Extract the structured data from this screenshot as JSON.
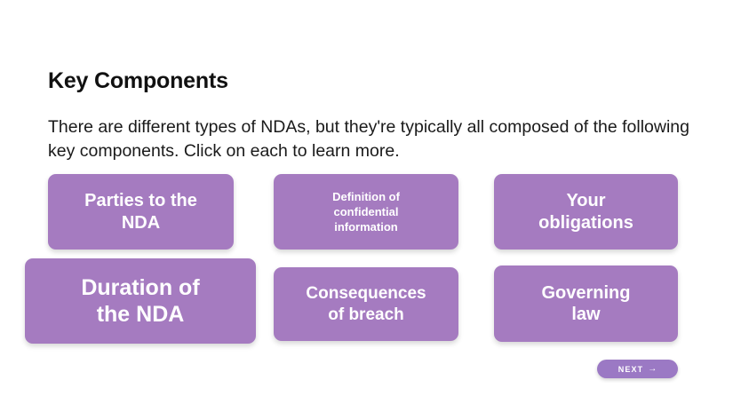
{
  "slide": {
    "title": "Key Components",
    "intro": "There are different types of NDAs, but they're typically all composed of the following key components. Click on each to learn more.",
    "background_color": "#ffffff",
    "accent_color": "#a57bc0"
  },
  "cards": [
    {
      "id": "parties",
      "label": "Parties to the\nNDA"
    },
    {
      "id": "definition",
      "label": "Definition of\nconfidential\ninformation"
    },
    {
      "id": "obligations",
      "label": "Your\nobligations"
    },
    {
      "id": "duration",
      "label": "Duration of\nthe NDA"
    },
    {
      "id": "consequences",
      "label": "Consequences\nof breach"
    },
    {
      "id": "governing",
      "label": "Governing\nlaw"
    }
  ],
  "footer": {
    "next_label": "NEXT",
    "next_arrow": "→",
    "next_color": "#9b79c4"
  }
}
